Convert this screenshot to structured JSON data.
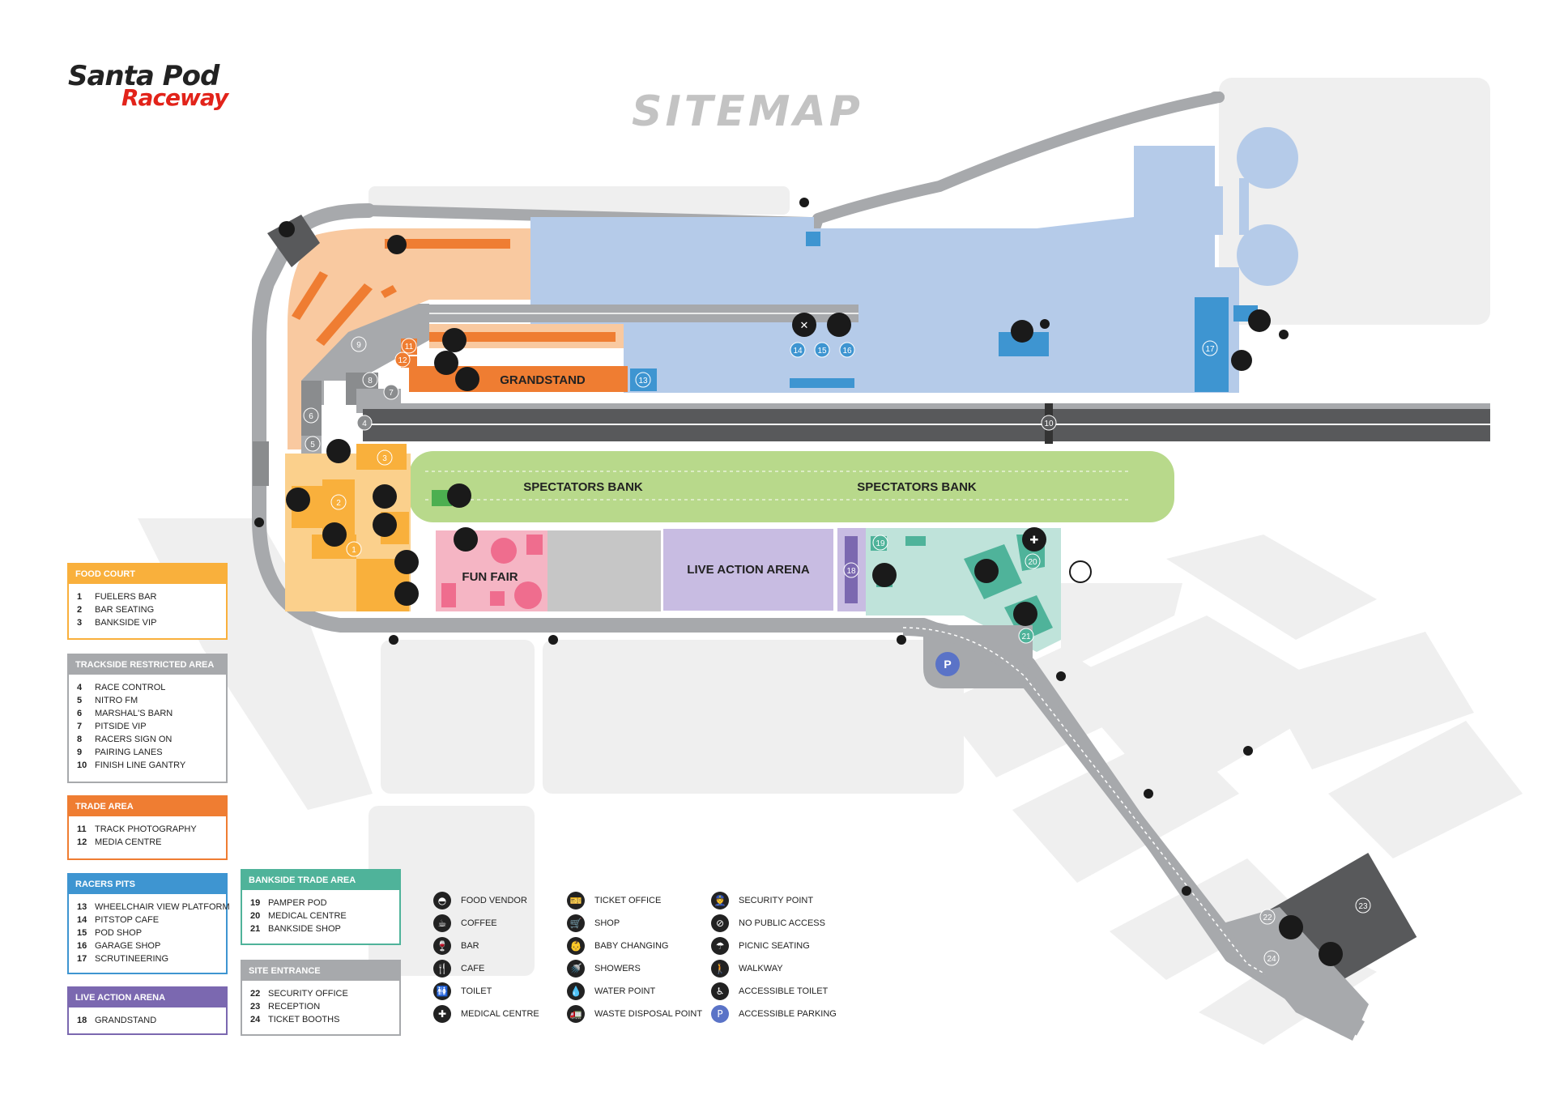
{
  "logo": {
    "line1": "Santa Pod",
    "line2": "Raceway"
  },
  "title": "SITEMAP",
  "map_labels": {
    "grandstand": "GRANDSTAND",
    "spectators_bank_1": "SPECTATORS BANK",
    "spectators_bank_2": "SPECTATORS BANK",
    "fun_fair": "FUN FAIR",
    "live_action_arena": "LIVE ACTION ARENA"
  },
  "map_numbers": {
    "n1": "1",
    "n2": "2",
    "n3": "3",
    "n4": "4",
    "n5": "5",
    "n6": "6",
    "n7": "7",
    "n8": "8",
    "n9": "9",
    "n10": "10",
    "n11": "11",
    "n12": "12",
    "n13": "13",
    "n14": "14",
    "n15": "15",
    "n16": "16",
    "n17": "17",
    "n18": "18",
    "n19": "19",
    "n20": "20",
    "n21": "21",
    "n22": "22",
    "n23": "23",
    "n24": "24"
  },
  "colors": {
    "food_court": "#f9b03c",
    "trackside": "#a7a9ac",
    "trade": "#ef7d32",
    "racers_pits": "#3e95d1",
    "live_action": "#7b68b0",
    "bankside": "#4fb39a",
    "site_entrance": "#a7a9ac",
    "spectators": "#b8d98b",
    "pits_area": "#b5cbe9",
    "funfair": "#f5b5c4",
    "road": "#a7a9ac",
    "track": "#58595b"
  },
  "legend": {
    "food_court": {
      "title": "FOOD COURT",
      "items": [
        {
          "n": "1",
          "label": "FUELERS BAR"
        },
        {
          "n": "2",
          "label": "BAR SEATING"
        },
        {
          "n": "3",
          "label": "BANKSIDE VIP"
        }
      ]
    },
    "trackside": {
      "title": "TRACKSIDE RESTRICTED AREA",
      "items": [
        {
          "n": "4",
          "label": "RACE CONTROL"
        },
        {
          "n": "5",
          "label": "NITRO FM"
        },
        {
          "n": "6",
          "label": "MARSHAL'S BARN"
        },
        {
          "n": "7",
          "label": "PITSIDE VIP"
        },
        {
          "n": "8",
          "label": "RACERS SIGN ON"
        },
        {
          "n": "9",
          "label": "PAIRING LANES"
        },
        {
          "n": "10",
          "label": "FINISH LINE GANTRY"
        }
      ]
    },
    "trade": {
      "title": "TRADE AREA",
      "items": [
        {
          "n": "11",
          "label": "TRACK PHOTOGRAPHY"
        },
        {
          "n": "12",
          "label": "MEDIA CENTRE"
        }
      ]
    },
    "racers_pits": {
      "title": "RACERS PITS",
      "items": [
        {
          "n": "13",
          "label": "WHEELCHAIR VIEW PLATFORM"
        },
        {
          "n": "14",
          "label": "PITSTOP CAFE"
        },
        {
          "n": "15",
          "label": "POD SHOP"
        },
        {
          "n": "16",
          "label": "GARAGE SHOP"
        },
        {
          "n": "17",
          "label": "SCRUTINEERING"
        }
      ]
    },
    "live_action": {
      "title": "LIVE ACTION ARENA",
      "items": [
        {
          "n": "18",
          "label": "GRANDSTAND"
        }
      ]
    },
    "bankside": {
      "title": "BANKSIDE TRADE AREA",
      "items": [
        {
          "n": "19",
          "label": "PAMPER POD"
        },
        {
          "n": "20",
          "label": "MEDICAL CENTRE"
        },
        {
          "n": "21",
          "label": "BANKSIDE SHOP"
        }
      ]
    },
    "site_entrance": {
      "title": "SITE ENTRANCE",
      "items": [
        {
          "n": "22",
          "label": "SECURITY OFFICE"
        },
        {
          "n": "23",
          "label": "RECEPTION"
        },
        {
          "n": "24",
          "label": "TICKET BOOTHS"
        }
      ]
    }
  },
  "icon_key": [
    {
      "icon": "burger-icon",
      "glyph": "◓",
      "label": "FOOD VENDOR"
    },
    {
      "icon": "coffee-icon",
      "glyph": "☕",
      "label": "COFFEE"
    },
    {
      "icon": "wine-glass-icon",
      "glyph": "🍷",
      "label": "BAR"
    },
    {
      "icon": "cutlery-icon",
      "glyph": "🍴",
      "label": "CAFE"
    },
    {
      "icon": "toilet-icon",
      "glyph": "🚻",
      "label": "TOILET"
    },
    {
      "icon": "medical-cross-icon",
      "glyph": "✚",
      "label": "MEDICAL CENTRE"
    },
    {
      "icon": "ticket-icon",
      "glyph": "🎫",
      "label": "TICKET OFFICE"
    },
    {
      "icon": "shopping-cart-icon",
      "glyph": "🛒",
      "label": "SHOP"
    },
    {
      "icon": "baby-changing-icon",
      "glyph": "👶",
      "label": "BABY CHANGING"
    },
    {
      "icon": "shower-icon",
      "glyph": "🚿",
      "label": "SHOWERS"
    },
    {
      "icon": "water-drop-icon",
      "glyph": "💧",
      "label": "WATER POINT"
    },
    {
      "icon": "waste-truck-icon",
      "glyph": "🚛",
      "label": "WASTE DISPOSAL POINT"
    },
    {
      "icon": "security-guard-icon",
      "glyph": "👮",
      "label": "SECURITY POINT"
    },
    {
      "icon": "no-access-icon",
      "glyph": "⊘",
      "label": "NO PUBLIC ACCESS"
    },
    {
      "icon": "picnic-icon",
      "glyph": "☂",
      "label": "PICNIC SEATING"
    },
    {
      "icon": "walkway-icon",
      "glyph": "🚶",
      "label": "WALKWAY"
    },
    {
      "icon": "accessible-toilet-icon",
      "glyph": "♿",
      "label": "ACCESSIBLE TOILET"
    },
    {
      "icon": "accessible-parking-icon",
      "glyph": "P",
      "label": "ACCESSIBLE PARKING"
    }
  ]
}
